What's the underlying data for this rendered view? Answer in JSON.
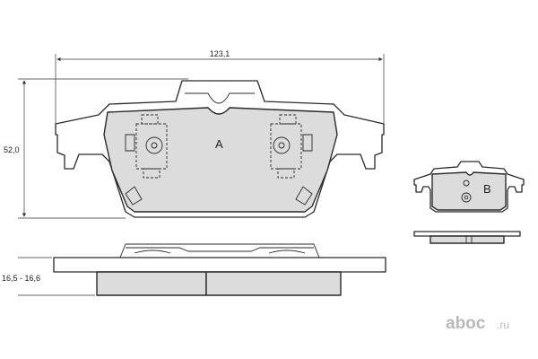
{
  "dimensions": {
    "width": "123,1",
    "height": "52,0",
    "thickness": "16,5 - 16,6"
  },
  "labels": {
    "pad_a": "A",
    "pad_b": "B"
  },
  "watermark": {
    "brand": "aboc",
    "domain": ".ru",
    "color": "#b9b9b9"
  },
  "colors": {
    "pad_fill": "#dcdcdc",
    "line": "#2a2a2a"
  }
}
